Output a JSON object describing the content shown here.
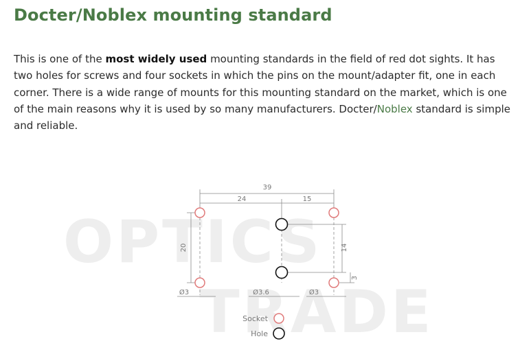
{
  "title": "Docter/Noblex mounting standard",
  "intro": {
    "part1": "This is one of the ",
    "bold": "most widely used",
    "part2": " mounting standards in the field of red dot sights. It has two holes for screws and four sockets in which the pins on the mount/adapter fit, one in each corner. There is a wide range of mounts for this mounting standard on the market, which is one of the main reasons why it is used by so many manufacturers. Docter/",
    "link": "Noblex",
    "part3": " standard is simple and reliable."
  },
  "diagram": {
    "watermark_line1": "OPTICS",
    "watermark_line2": "TRADE",
    "dims": {
      "total_width": "39",
      "socket_to_hole": "24",
      "hole_to_socket": "15",
      "socket_spacing": "20",
      "hole_spacing": "14",
      "offset": "3",
      "socket_diameter_left": "Ø3",
      "hole_diameter": "Ø3.6",
      "socket_diameter_right": "Ø3"
    },
    "legend": {
      "socket_label": "Socket",
      "hole_label": "Hole"
    },
    "colors": {
      "socket": "#e07a7a",
      "hole": "#111111",
      "watermark": "#eeeeee",
      "dimension": "#888888"
    }
  }
}
